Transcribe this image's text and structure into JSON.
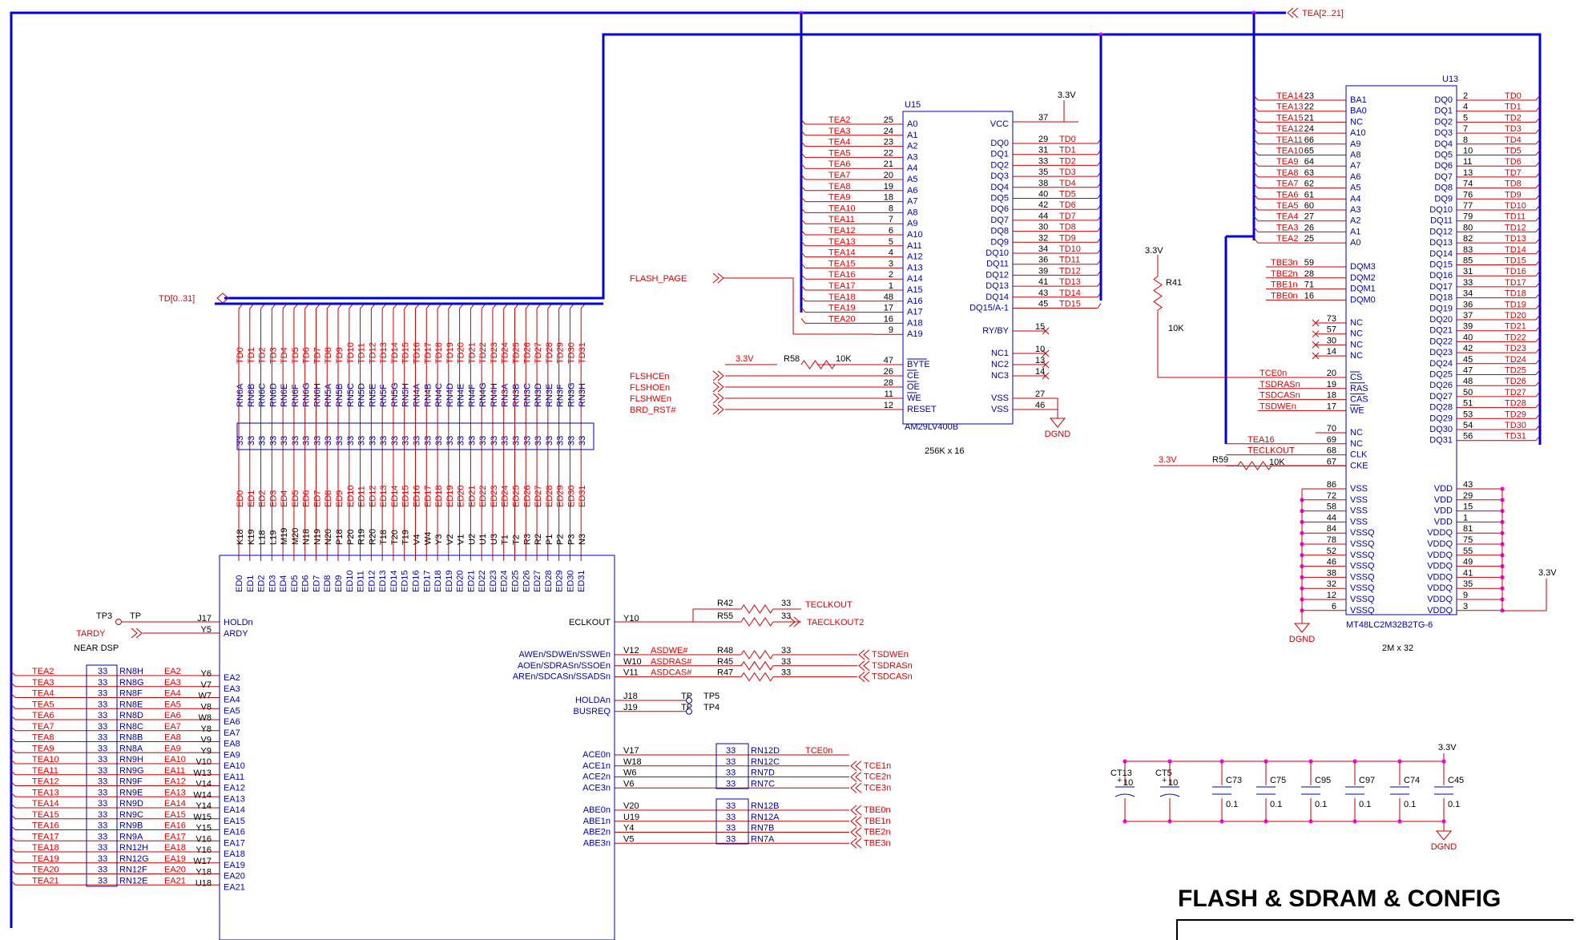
{
  "title": "FLASH & SDRAM & CONFIG",
  "nets": {
    "tea_bus": "TEA[2..21]",
    "td_bus": "TD[0..31]",
    "flash_page": "FLASH_PAGE",
    "flash_ctrl": [
      "FLSHCEn",
      "FLSHOEn",
      "FLSHWEn",
      "BRD_RST#"
    ]
  },
  "flash": {
    "ref": "U15",
    "part": "AM29LV400B",
    "size": "256K x 16",
    "vcc_label": "3.3V",
    "addr_pins": [
      {
        "net": "TEA2",
        "num": "25",
        "name": "A0"
      },
      {
        "net": "TEA3",
        "num": "24",
        "name": "A1"
      },
      {
        "net": "TEA4",
        "num": "23",
        "name": "A2"
      },
      {
        "net": "TEA5",
        "num": "22",
        "name": "A3"
      },
      {
        "net": "TEA6",
        "num": "21",
        "name": "A4"
      },
      {
        "net": "TEA7",
        "num": "20",
        "name": "A5"
      },
      {
        "net": "TEA8",
        "num": "19",
        "name": "A6"
      },
      {
        "net": "TEA9",
        "num": "18",
        "name": "A7"
      },
      {
        "net": "TEA10",
        "num": "8",
        "name": "A8"
      },
      {
        "net": "TEA11",
        "num": "7",
        "name": "A9"
      },
      {
        "net": "TEA12",
        "num": "6",
        "name": "A10"
      },
      {
        "net": "TEA13",
        "num": "5",
        "name": "A11"
      },
      {
        "net": "TEA14",
        "num": "4",
        "name": "A12"
      },
      {
        "net": "TEA15",
        "num": "3",
        "name": "A13"
      },
      {
        "net": "TEA16",
        "num": "2",
        "name": "A14"
      },
      {
        "net": "TEA17",
        "num": "1",
        "name": "A15"
      },
      {
        "net": "TEA18",
        "num": "48",
        "name": "A16"
      },
      {
        "net": "TEA19",
        "num": "17",
        "name": "A17"
      },
      {
        "net": "TEA20",
        "num": "16",
        "name": "A18"
      },
      {
        "net": "",
        "num": "9",
        "name": "A19"
      }
    ],
    "ctrl_pins": [
      {
        "num": "47",
        "name": "BYTE"
      },
      {
        "num": "26",
        "name": "CE"
      },
      {
        "num": "28",
        "name": "OE"
      },
      {
        "num": "11",
        "name": "WE"
      },
      {
        "num": "12",
        "name": "RESET"
      }
    ],
    "vcc_pin": {
      "num": "37",
      "name": "VCC"
    },
    "data_pins": [
      {
        "net": "TD0",
        "num": "29",
        "name": "DQ0"
      },
      {
        "net": "TD1",
        "num": "31",
        "name": "DQ1"
      },
      {
        "net": "TD2",
        "num": "33",
        "name": "DQ2"
      },
      {
        "net": "TD3",
        "num": "35",
        "name": "DQ3"
      },
      {
        "net": "TD4",
        "num": "38",
        "name": "DQ4"
      },
      {
        "net": "TD5",
        "num": "40",
        "name": "DQ5"
      },
      {
        "net": "TD6",
        "num": "42",
        "name": "DQ6"
      },
      {
        "net": "TD7",
        "num": "44",
        "name": "DQ7"
      },
      {
        "net": "TD8",
        "num": "30",
        "name": "DQ8"
      },
      {
        "net": "TD9",
        "num": "32",
        "name": "DQ9"
      },
      {
        "net": "TD10",
        "num": "34",
        "name": "DQ10"
      },
      {
        "net": "TD11",
        "num": "36",
        "name": "DQ11"
      },
      {
        "net": "TD12",
        "num": "39",
        "name": "DQ12"
      },
      {
        "net": "TD13",
        "num": "41",
        "name": "DQ13"
      },
      {
        "net": "TD14",
        "num": "43",
        "name": "DQ14"
      },
      {
        "net": "TD15",
        "num": "45",
        "name": "DQ15/A-1"
      }
    ],
    "misc_pins": [
      {
        "num": "15",
        "name": "RY/BY"
      },
      {
        "num": "10",
        "name": "NC1"
      },
      {
        "num": "13",
        "name": "NC2"
      },
      {
        "num": "14",
        "name": "NC3"
      },
      {
        "num": "27",
        "name": "VSS"
      },
      {
        "num": "46",
        "name": "VSS"
      }
    ],
    "r58": {
      "ref": "R58",
      "value": "10K",
      "rail": "3.3V"
    }
  },
  "sdram": {
    "ref": "U13",
    "part": "MT48LC2M32B2TG-6",
    "size": "2M x 32",
    "addr_pins": [
      {
        "net": "TEA14",
        "num": "23",
        "name": "BA1"
      },
      {
        "net": "TEA13",
        "num": "22",
        "name": "BA0"
      },
      {
        "net": "TEA15",
        "num": "21",
        "name": "NC"
      },
      {
        "net": "TEA12",
        "num": "24",
        "name": "A10"
      },
      {
        "net": "TEA11",
        "num": "66",
        "name": "A9"
      },
      {
        "net": "TEA10",
        "num": "65",
        "name": "A8"
      },
      {
        "net": "TEA9",
        "num": "64",
        "name": "A7"
      },
      {
        "net": "TEA8",
        "num": "63",
        "name": "A6"
      },
      {
        "net": "TEA7",
        "num": "62",
        "name": "A5"
      },
      {
        "net": "TEA6",
        "num": "61",
        "name": "A4"
      },
      {
        "net": "TEA5",
        "num": "60",
        "name": "A3"
      },
      {
        "net": "TEA4",
        "num": "27",
        "name": "A2"
      },
      {
        "net": "TEA3",
        "num": "26",
        "name": "A1"
      },
      {
        "net": "TEA2",
        "num": "25",
        "name": "A0"
      }
    ],
    "dqm_pins": [
      {
        "net": "TBE3n",
        "num": "59",
        "name": "DQM3"
      },
      {
        "net": "TBE2n",
        "num": "28",
        "name": "DQM2"
      },
      {
        "net": "TBE1n",
        "num": "71",
        "name": "DQM1"
      },
      {
        "net": "TBE0n",
        "num": "16",
        "name": "DQM0"
      }
    ],
    "nc_pins": [
      {
        "num": "73",
        "name": "NC"
      },
      {
        "num": "57",
        "name": "NC"
      },
      {
        "num": "30",
        "name": "NC"
      },
      {
        "num": "14",
        "name": "NC"
      }
    ],
    "cmd_pins": [
      {
        "net": "TCE0n",
        "num": "20",
        "name": "CS"
      },
      {
        "net": "TSDRASn",
        "num": "19",
        "name": "RAS"
      },
      {
        "net": "TSDCASn",
        "num": "18",
        "name": "CAS"
      },
      {
        "net": "TSDWEn",
        "num": "17",
        "name": "WE"
      }
    ],
    "clk_pins": [
      {
        "net": "",
        "num": "70",
        "name": "NC"
      },
      {
        "net": "TEA16",
        "num": "69",
        "name": "NC"
      },
      {
        "net": "TECLKOUT",
        "num": "68",
        "name": "CLK"
      },
      {
        "net": "",
        "num": "67",
        "name": "CKE"
      }
    ],
    "vss_pins": [
      {
        "num": "86",
        "name": "VSS"
      },
      {
        "num": "72",
        "name": "VSS"
      },
      {
        "num": "58",
        "name": "VSS"
      },
      {
        "num": "44",
        "name": "VSS"
      },
      {
        "num": "84",
        "name": "VSSQ"
      },
      {
        "num": "78",
        "name": "VSSQ"
      },
      {
        "num": "52",
        "name": "VSSQ"
      },
      {
        "num": "46",
        "name": "VSSQ"
      },
      {
        "num": "38",
        "name": "VSSQ"
      },
      {
        "num": "32",
        "name": "VSSQ"
      },
      {
        "num": "12",
        "name": "VSSQ"
      },
      {
        "num": "6",
        "name": "VSSQ"
      }
    ],
    "vdd_pins": [
      {
        "num": "43",
        "name": "VDD"
      },
      {
        "num": "29",
        "name": "VDD"
      },
      {
        "num": "15",
        "name": "VDD"
      },
      {
        "num": "1",
        "name": "VDD"
      },
      {
        "num": "81",
        "name": "VDDQ"
      },
      {
        "num": "75",
        "name": "VDDQ"
      },
      {
        "num": "55",
        "name": "VDDQ"
      },
      {
        "num": "49",
        "name": "VDDQ"
      },
      {
        "num": "41",
        "name": "VDDQ"
      },
      {
        "num": "35",
        "name": "VDDQ"
      },
      {
        "num": "9",
        "name": "VDDQ"
      },
      {
        "num": "3",
        "name": "VDDQ"
      }
    ],
    "data_pins": [
      {
        "net": "TD0",
        "num": "2",
        "name": "DQ0"
      },
      {
        "net": "TD1",
        "num": "4",
        "name": "DQ1"
      },
      {
        "net": "TD2",
        "num": "5",
        "name": "DQ2"
      },
      {
        "net": "TD3",
        "num": "7",
        "name": "DQ3"
      },
      {
        "net": "TD4",
        "num": "8",
        "name": "DQ4"
      },
      {
        "net": "TD5",
        "num": "10",
        "name": "DQ5"
      },
      {
        "net": "TD6",
        "num": "11",
        "name": "DQ6"
      },
      {
        "net": "TD7",
        "num": "13",
        "name": "DQ7"
      },
      {
        "net": "TD8",
        "num": "74",
        "name": "DQ8"
      },
      {
        "net": "TD9",
        "num": "76",
        "name": "DQ9"
      },
      {
        "net": "TD10",
        "num": "77",
        "name": "DQ10"
      },
      {
        "net": "TD11",
        "num": "79",
        "name": "DQ11"
      },
      {
        "net": "TD12",
        "num": "80",
        "name": "DQ12"
      },
      {
        "net": "TD13",
        "num": "82",
        "name": "DQ13"
      },
      {
        "net": "TD14",
        "num": "83",
        "name": "DQ14"
      },
      {
        "net": "TD15",
        "num": "85",
        "name": "DQ15"
      },
      {
        "net": "TD16",
        "num": "31",
        "name": "DQ16"
      },
      {
        "net": "TD17",
        "num": "33",
        "name": "DQ17"
      },
      {
        "net": "TD18",
        "num": "34",
        "name": "DQ18"
      },
      {
        "net": "TD19",
        "num": "36",
        "name": "DQ19"
      },
      {
        "net": "TD20",
        "num": "37",
        "name": "DQ20"
      },
      {
        "net": "TD21",
        "num": "39",
        "name": "DQ21"
      },
      {
        "net": "TD22",
        "num": "40",
        "name": "DQ22"
      },
      {
        "net": "TD23",
        "num": "42",
        "name": "DQ23"
      },
      {
        "net": "TD24",
        "num": "45",
        "name": "DQ24"
      },
      {
        "net": "TD25",
        "num": "47",
        "name": "DQ25"
      },
      {
        "net": "TD26",
        "num": "48",
        "name": "DQ26"
      },
      {
        "net": "TD27",
        "num": "50",
        "name": "DQ27"
      },
      {
        "net": "TD28",
        "num": "51",
        "name": "DQ28"
      },
      {
        "net": "TD29",
        "num": "53",
        "name": "DQ29"
      },
      {
        "net": "TD30",
        "num": "54",
        "name": "DQ30"
      },
      {
        "net": "TD31",
        "num": "56",
        "name": "DQ31"
      }
    ],
    "r41": {
      "ref": "R41",
      "value": "10K",
      "rail": "3.3V"
    },
    "r59": {
      "ref": "R59",
      "value": "10K",
      "rail": "3.3V"
    },
    "vdd_rail": "3.3V"
  },
  "td_resistors": {
    "value": "33",
    "refs": [
      "RN6A",
      "RN6B",
      "RN6C",
      "RN6D",
      "RN6E",
      "RN6F",
      "RN6G",
      "RN6H",
      "RN5A",
      "RN5B",
      "RN5C",
      "RN5D",
      "RN5E",
      "RN5F",
      "RN5G",
      "RN5H",
      "RN4A",
      "RN4B",
      "RN4C",
      "RN4D",
      "RN4E",
      "RN4F",
      "RN4G",
      "RN4H",
      "RN3A",
      "RN3B",
      "RN3C",
      "RN3D",
      "RN3E",
      "RN3F",
      "RN3G",
      "RN3H"
    ],
    "td_nets": [
      "TD0",
      "TD1",
      "TD2",
      "TD3",
      "TD4",
      "TD5",
      "TD6",
      "TD7",
      "TD8",
      "TD9",
      "TD10",
      "TD11",
      "TD12",
      "TD13",
      "TD14",
      "TD15",
      "TD16",
      "TD17",
      "TD18",
      "TD19",
      "TD20",
      "TD21",
      "TD22",
      "TD23",
      "TD24",
      "TD25",
      "TD26",
      "TD27",
      "TD28",
      "TD29",
      "TD30",
      "TD31"
    ],
    "ed_nets": [
      "ED0",
      "ED1",
      "ED2",
      "ED3",
      "ED4",
      "ED5",
      "ED6",
      "ED7",
      "ED8",
      "ED9",
      "ED10",
      "ED11",
      "ED12",
      "ED13",
      "ED14",
      "ED15",
      "ED16",
      "ED17",
      "ED18",
      "ED19",
      "ED20",
      "ED21",
      "ED22",
      "ED23",
      "ED24",
      "ED25",
      "ED26",
      "ED27",
      "ED28",
      "ED29",
      "ED30",
      "ED31"
    ],
    "balls": [
      "K18",
      "K19",
      "L18",
      "L19",
      "M19",
      "M20",
      "N18",
      "N19",
      "N20",
      "P18",
      "P20",
      "R19",
      "R20",
      "T18",
      "T20",
      "T19",
      "V4",
      "W4",
      "Y3",
      "V2",
      "V1",
      "U2",
      "U1",
      "U3",
      "T1",
      "T2",
      "R3",
      "R2",
      "P1",
      "P2",
      "P3",
      "N3"
    ]
  },
  "dsp": {
    "near_label": "NEAR DSP",
    "tp3": {
      "ref": "TP3",
      "label": "TP"
    },
    "tardy": "TARDY",
    "holdn": {
      "ball": "J17",
      "name": "HOLDn"
    },
    "ardy": {
      "ball": "Y5",
      "name": "ARDY"
    },
    "ea_rows": [
      {
        "tea": "TEA2",
        "val": "33",
        "rn": "RN8H",
        "ea": "EA2",
        "ball": "Y6"
      },
      {
        "tea": "TEA3",
        "val": "33",
        "rn": "RN8G",
        "ea": "EA3",
        "ball": "V7"
      },
      {
        "tea": "TEA4",
        "val": "33",
        "rn": "RN8F",
        "ea": "EA4",
        "ball": "W7"
      },
      {
        "tea": "TEA5",
        "val": "33",
        "rn": "RN8E",
        "ea": "EA5",
        "ball": "V8"
      },
      {
        "tea": "TEA6",
        "val": "33",
        "rn": "RN8D",
        "ea": "EA6",
        "ball": "W8"
      },
      {
        "tea": "TEA7",
        "val": "33",
        "rn": "RN8C",
        "ea": "EA7",
        "ball": "Y8"
      },
      {
        "tea": "TEA8",
        "val": "33",
        "rn": "RN8B",
        "ea": "EA8",
        "ball": "V9"
      },
      {
        "tea": "TEA9",
        "val": "33",
        "rn": "RN8A",
        "ea": "EA9",
        "ball": "Y9"
      },
      {
        "tea": "TEA10",
        "val": "33",
        "rn": "RN9H",
        "ea": "EA10",
        "ball": "V10"
      },
      {
        "tea": "TEA11",
        "val": "33",
        "rn": "RN9G",
        "ea": "EA11",
        "ball": "W13"
      },
      {
        "tea": "TEA12",
        "val": "33",
        "rn": "RN9F",
        "ea": "EA12",
        "ball": "V14"
      },
      {
        "tea": "TEA13",
        "val": "33",
        "rn": "RN9E",
        "ea": "EA13",
        "ball": "W14"
      },
      {
        "tea": "TEA14",
        "val": "33",
        "rn": "RN9D",
        "ea": "EA14",
        "ball": "Y14"
      },
      {
        "tea": "TEA15",
        "val": "33",
        "rn": "RN9C",
        "ea": "EA15",
        "ball": "W15"
      },
      {
        "tea": "TEA16",
        "val": "33",
        "rn": "RN9B",
        "ea": "EA16",
        "ball": "Y15"
      },
      {
        "tea": "TEA17",
        "val": "33",
        "rn": "RN9A",
        "ea": "EA17",
        "ball": "V16"
      },
      {
        "tea": "TEA18",
        "val": "33",
        "rn": "RN12H",
        "ea": "EA18",
        "ball": "Y16"
      },
      {
        "tea": "TEA19",
        "val": "33",
        "rn": "RN12G",
        "ea": "EA19",
        "ball": "W17"
      },
      {
        "tea": "TEA20",
        "val": "33",
        "rn": "RN12F",
        "ea": "EA20",
        "ball": "Y18"
      },
      {
        "tea": "TEA21",
        "val": "33",
        "rn": "RN12E",
        "ea": "EA21",
        "ball": "U18"
      }
    ],
    "ed_pins": [
      "ED0",
      "ED1",
      "ED2",
      "ED3",
      "ED4",
      "ED5",
      "ED6",
      "ED7",
      "ED8",
      "ED9",
      "ED10",
      "ED11",
      "ED12",
      "ED13",
      "ED14",
      "ED15",
      "ED16",
      "ED17",
      "ED18",
      "ED19",
      "ED20",
      "ED21",
      "ED22",
      "ED23",
      "ED24",
      "ED25",
      "ED26",
      "ED27",
      "ED28",
      "ED29",
      "ED30",
      "ED31"
    ],
    "eclkout": {
      "name": "ECLKOUT",
      "ball": "Y10"
    },
    "clk_resistors": [
      {
        "ref": "R42",
        "val": "33",
        "net": "TECLKOUT"
      },
      {
        "ref": "R55",
        "val": "33",
        "net": "TAECLKOUT2"
      }
    ],
    "sdram_ctrl": [
      {
        "name": "AWEn/SDWEn/SSWEn",
        "ball": "V12",
        "sig": "ASDWE#",
        "ref": "R48",
        "val": "33",
        "net": "TSDWEn"
      },
      {
        "name": "AOEn/SDRASn/SSOEn",
        "ball": "W10",
        "sig": "ASDRAS#",
        "ref": "R45",
        "val": "33",
        "net": "TSDRASn"
      },
      {
        "name": "AREn/SDCASn/SSADSn",
        "ball": "V11",
        "sig": "ASDCAS#",
        "ref": "R47",
        "val": "33",
        "net": "TSDCASn"
      }
    ],
    "hold": [
      {
        "name": "HOLDAn",
        "ball": "J18",
        "tp": "TP",
        "tpref": "TP5"
      },
      {
        "name": "BUSREQ",
        "ball": "J19",
        "tp": "TP",
        "tpref": "TP4"
      }
    ],
    "ace": [
      {
        "name": "ACE0n",
        "ball": "V17",
        "val": "33",
        "rn": "RN12D",
        "net": "TCE0n"
      },
      {
        "name": "ACE1n",
        "ball": "W18",
        "val": "33",
        "rn": "RN12C",
        "net": "TCE1n"
      },
      {
        "name": "ACE2n",
        "ball": "W6",
        "val": "33",
        "rn": "RN7D",
        "net": "TCE2n"
      },
      {
        "name": "ACE3n",
        "ball": "V6",
        "val": "33",
        "rn": "RN7C",
        "net": "TCE3n"
      }
    ],
    "abe": [
      {
        "name": "ABE0n",
        "ball": "V20",
        "val": "33",
        "rn": "RN12B",
        "net": "TBE0n"
      },
      {
        "name": "ABE1n",
        "ball": "U19",
        "val": "33",
        "rn": "RN12A",
        "net": "TBE1n"
      },
      {
        "name": "ABE2n",
        "ball": "Y4",
        "val": "33",
        "rn": "RN7B",
        "net": "TBE2n"
      },
      {
        "name": "ABE3n",
        "ball": "V5",
        "val": "33",
        "rn": "RN7A",
        "net": "TBE3n"
      }
    ]
  },
  "decoupling": {
    "rail": "3.3V",
    "gnd": "DGND",
    "caps": [
      {
        "ref": "CT13",
        "val": "10",
        "type": "pol"
      },
      {
        "ref": "CT5",
        "val": "10",
        "type": "pol"
      },
      {
        "ref": "C73",
        "val": "0.1",
        "type": "cer"
      },
      {
        "ref": "C75",
        "val": "0.1",
        "type": "cer"
      },
      {
        "ref": "C95",
        "val": "0.1",
        "type": "cer"
      },
      {
        "ref": "C97",
        "val": "0.1",
        "type": "cer"
      },
      {
        "ref": "C74",
        "val": "0.1",
        "type": "cer"
      },
      {
        "ref": "C45",
        "val": "0.1",
        "type": "cer"
      }
    ]
  },
  "colors": {
    "wire": "#cc0000",
    "bus": "#0000dd",
    "body": "#0000aa",
    "net_label": "#dd0000",
    "pin_text": "#0000aa",
    "junction": "#ff00ff",
    "black": "#000000"
  }
}
